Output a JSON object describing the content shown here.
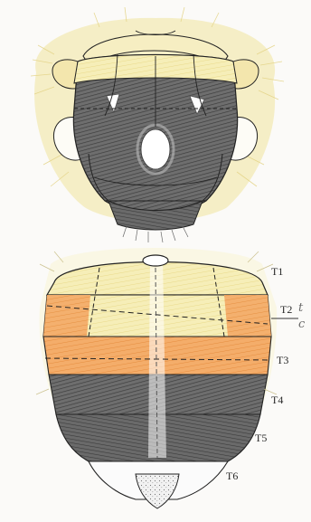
{
  "segment_labels": {
    "t1": "T1",
    "t2": "T2",
    "t3": "T3",
    "t4": "T4",
    "t5": "T5",
    "t6": "T6"
  },
  "margin_note": {
    "line1": "t",
    "line2": "c"
  },
  "colors": {
    "paper": "#fbfaf8",
    "pale_yellow_hair": "#f2e7a6",
    "orange_band": "#f2a05a",
    "dark_hair": "#5a5a5a",
    "outline": "#222222"
  }
}
